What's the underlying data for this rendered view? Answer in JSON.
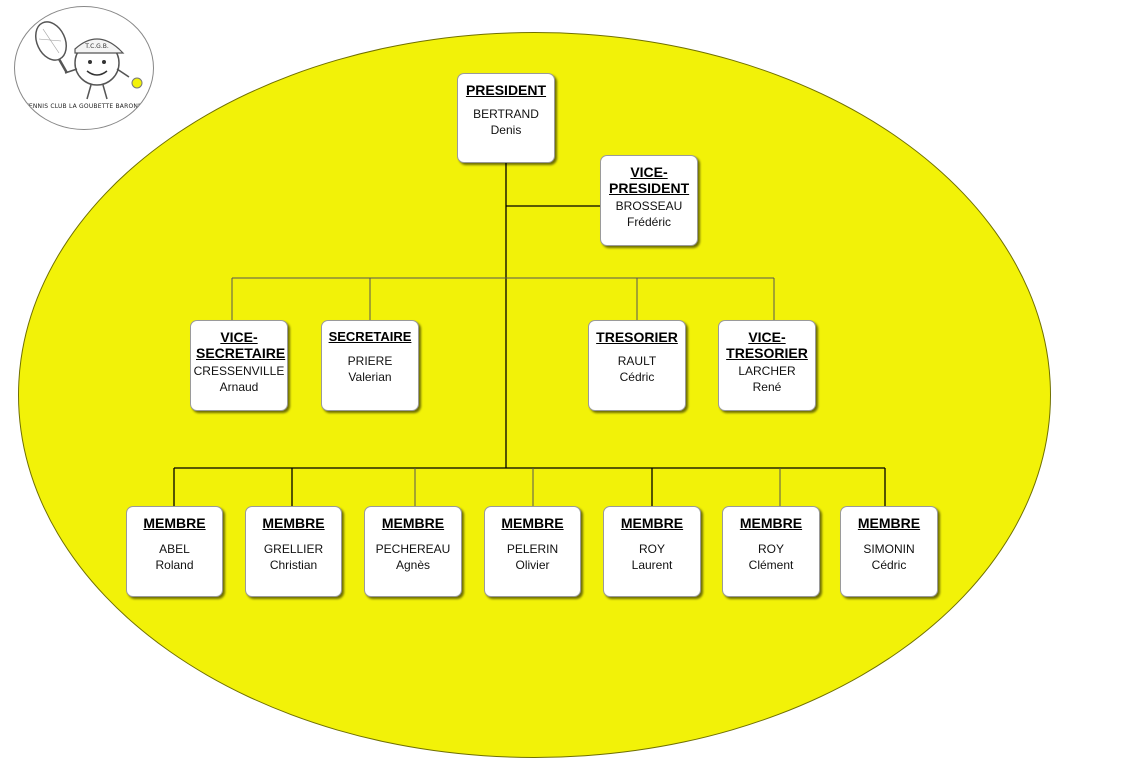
{
  "logo": {
    "cap_text": "T.C.G.B.",
    "caption": "TENNIS CLUB LA GOUBETTE BARONNIE"
  },
  "org": {
    "president": {
      "role": "PRESIDENT",
      "name1": "BERTRAND",
      "name2": "Denis"
    },
    "vice_president": {
      "role": "VICE-PRESIDENT",
      "name1": "BROSSEAU",
      "name2": "Frédéric"
    },
    "vice_secretaire": {
      "role": "VICE-SECRETAIRE",
      "name1": "CRESSENVILLE",
      "name2": "Arnaud"
    },
    "secretaire": {
      "role": "SECRETAIRE",
      "name1": "PRIERE",
      "name2": "Valerian"
    },
    "tresorier": {
      "role": "TRESORIER",
      "name1": "RAULT",
      "name2": "Cédric"
    },
    "vice_tresorier": {
      "role": "VICE-TRESORIER",
      "name1": "LARCHER",
      "name2": "René"
    },
    "membres": [
      {
        "role": "MEMBRE",
        "name1": "ABEL",
        "name2": "Roland"
      },
      {
        "role": "MEMBRE",
        "name1": "GRELLIER",
        "name2": "Christian"
      },
      {
        "role": "MEMBRE",
        "name1": "PECHEREAU",
        "name2": "Agnès"
      },
      {
        "role": "MEMBRE",
        "name1": "PELERIN",
        "name2": "Olivier"
      },
      {
        "role": "MEMBRE",
        "name1": "ROY",
        "name2": "Laurent"
      },
      {
        "role": "MEMBRE",
        "name1": "ROY",
        "name2": "Clément"
      },
      {
        "role": "MEMBRE",
        "name1": "SIMONIN",
        "name2": "Cédric"
      }
    ]
  }
}
